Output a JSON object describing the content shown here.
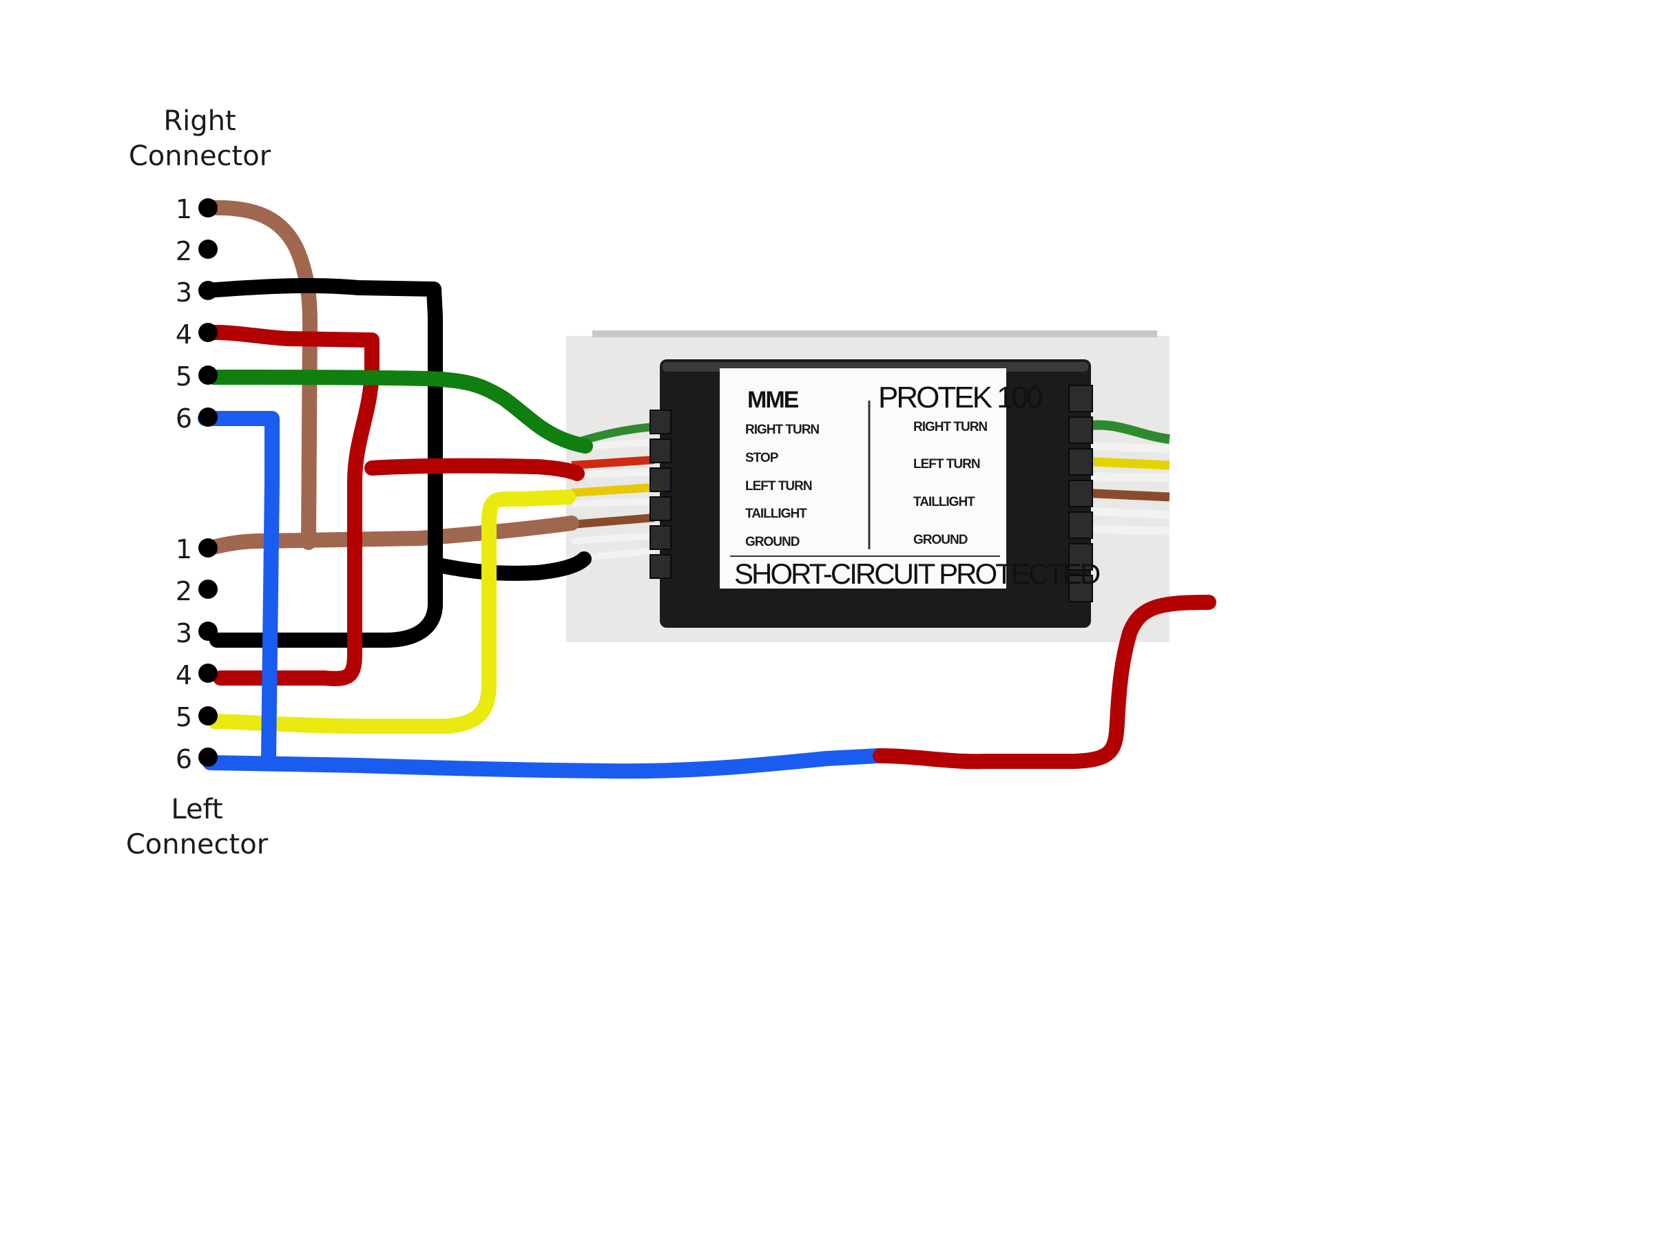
{
  "connectors": {
    "right": {
      "title_line1": "Right",
      "title_line2": "Connector",
      "pins": [
        "1",
        "2",
        "3",
        "4",
        "5",
        "6"
      ]
    },
    "left": {
      "title_line1": "Left",
      "title_line2": "Connector",
      "pins": [
        "1",
        "2",
        "3",
        "4",
        "5",
        "6"
      ]
    }
  },
  "module": {
    "brand": "MME",
    "model": "PROTEK 100",
    "left_labels": [
      "RIGHT TURN",
      "STOP",
      "LEFT TURN",
      "TAILLIGHT",
      "GROUND"
    ],
    "right_labels": [
      "RIGHT TURN",
      "LEFT TURN",
      "TAILLIGHT",
      "GROUND"
    ],
    "footer": "SHORT-CIRCUIT PROTECTED"
  },
  "wire_colors": {
    "brown": "#a0674f",
    "black": "#000000",
    "red": "#b30000",
    "green": "#0f7f0f",
    "blue": "#1a5cf0",
    "yellow": "#eaea10",
    "white": "#f4f4f4"
  }
}
